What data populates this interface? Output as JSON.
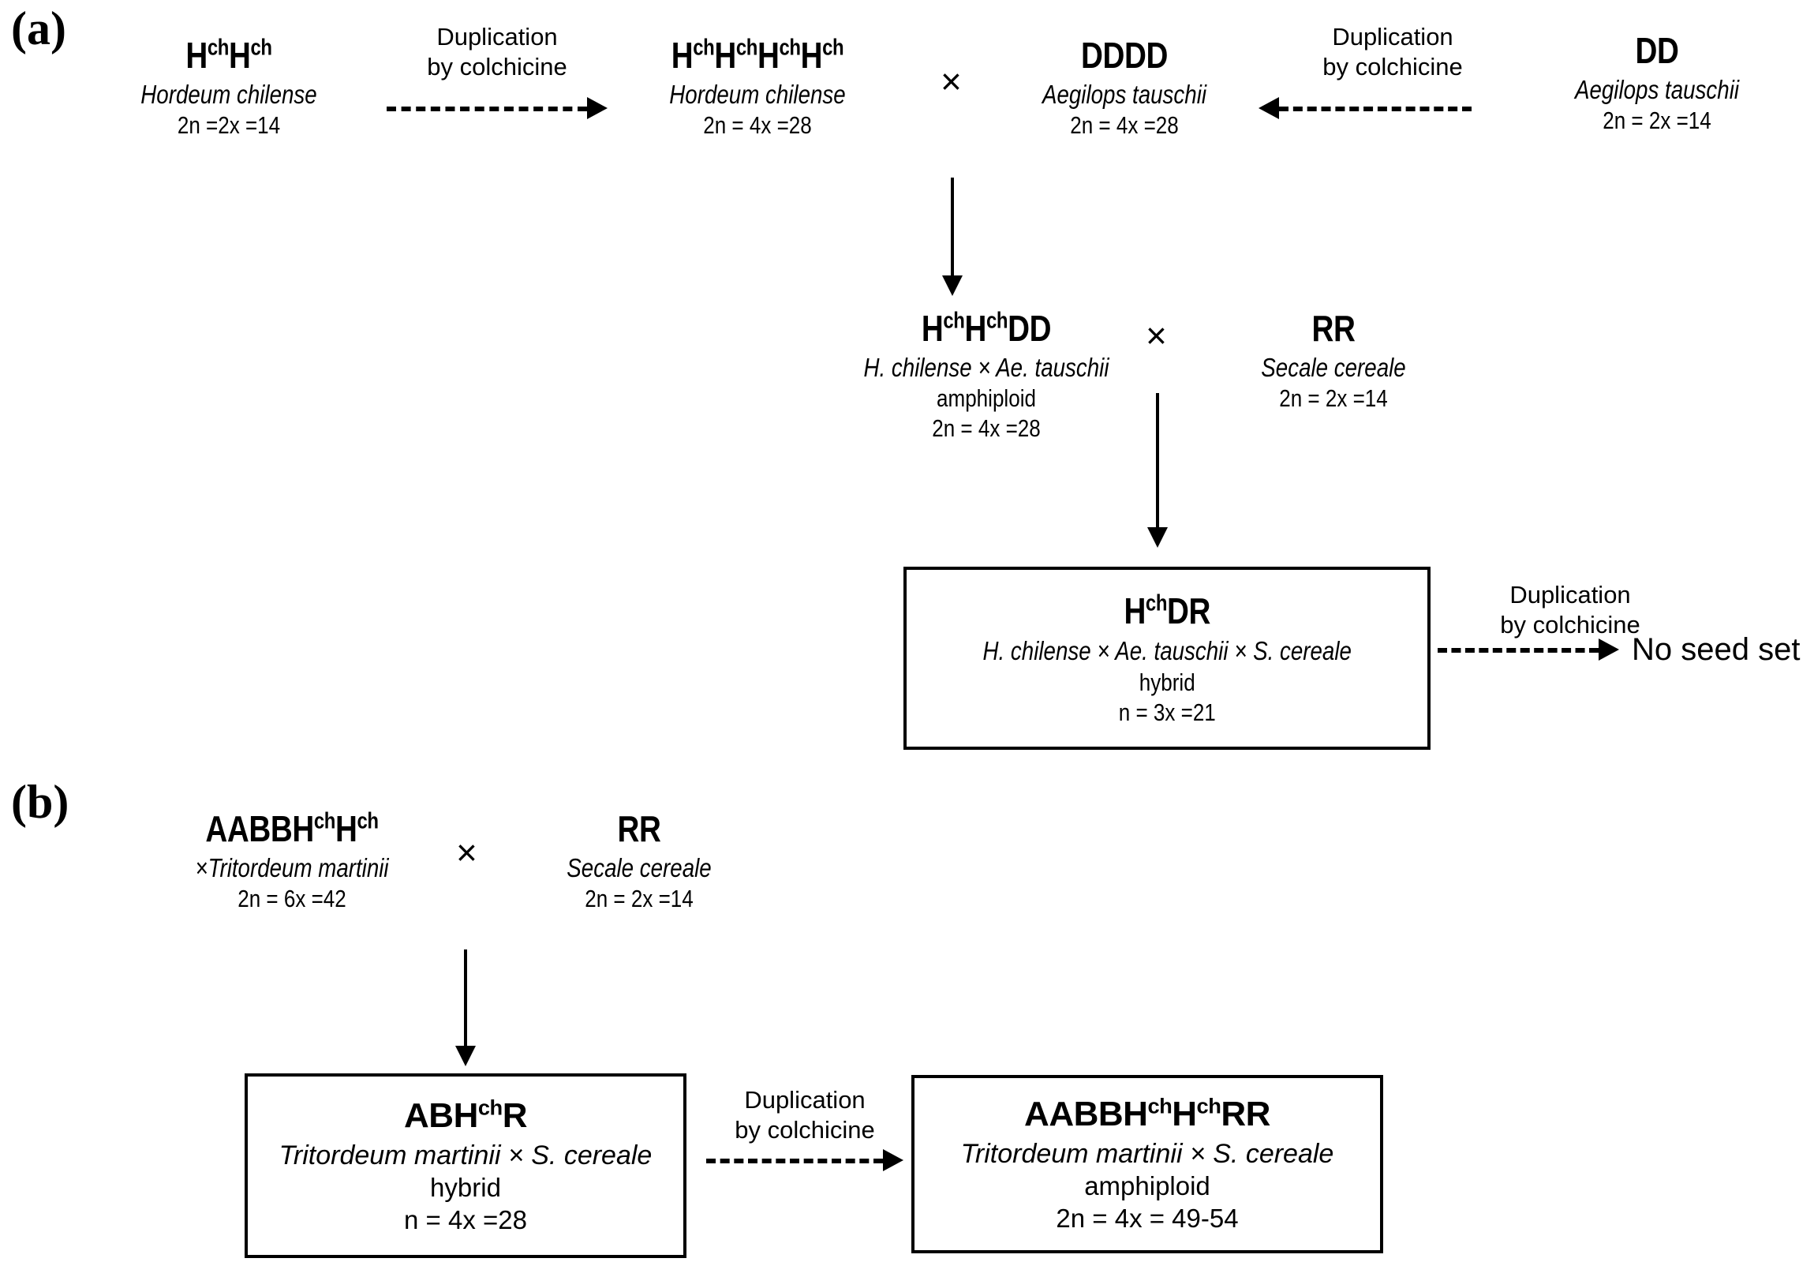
{
  "figure": {
    "panels": [
      {
        "id": "a",
        "label": "(a)"
      },
      {
        "id": "b",
        "label": "(b)"
      }
    ],
    "cross_symbol": "×",
    "colors": {
      "ink": "#000000",
      "background": "#ffffff"
    }
  },
  "panel_a": {
    "label": "(a)",
    "nodes": {
      "h_chilense_2x": {
        "genome_html": "H<sup>ch</sup>H<sup>ch</sup>",
        "genome_plain": "HchHch",
        "species": "Hordeum chilense",
        "ploidy": "2n =2x =14"
      },
      "h_chilense_4x": {
        "genome_html": "H<sup>ch</sup>H<sup>ch</sup>H<sup>ch</sup>H<sup>ch</sup>",
        "genome_plain": "HchHchHchHch",
        "species": "Hordeum chilense",
        "ploidy": "2n = 4x =28"
      },
      "ae_tauschii_4x": {
        "genome_html": "DDDD",
        "genome_plain": "DDDD",
        "species": "Aegilops tauschii",
        "ploidy": "2n = 4x =28"
      },
      "ae_tauschii_2x": {
        "genome_html": "DD",
        "genome_plain": "DD",
        "species": "Aegilops tauschii",
        "ploidy": "2n = 2x =14"
      },
      "amphiploid_hd": {
        "genome_html": "H<sup>ch</sup>H<sup>ch</sup>DD",
        "genome_plain": "HchHchDD",
        "species": "H. chilense × Ae. tauschii",
        "type": "amphiploid",
        "ploidy": "2n = 4x =28"
      },
      "secale_cereale": {
        "genome_html": "RR",
        "genome_plain": "RR",
        "species": "Secale cereale",
        "ploidy": "2n = 2x =14"
      },
      "hybrid_hdr": {
        "genome_html": "H<sup>ch</sup>DR",
        "genome_plain": "HchDR",
        "species": "H. chilense × Ae. tauschii × S. cereale",
        "type": "hybrid",
        "ploidy": "n = 3x =21"
      }
    },
    "arrows": {
      "duplication_left": {
        "line1": "Duplication",
        "line2": "by colchicine",
        "direction": "right"
      },
      "duplication_right": {
        "line1": "Duplication",
        "line2": "by colchicine",
        "direction": "left"
      },
      "duplication_terminal": {
        "line1": "Duplication",
        "line2": "by colchicine",
        "direction": "right"
      }
    },
    "terminal_note": "No seed set"
  },
  "panel_b": {
    "label": "(b)",
    "nodes": {
      "tritordeum": {
        "genome_html": "AABBH<sup>ch</sup>H<sup>ch</sup>",
        "genome_plain": "AABBHchHch",
        "species": "×Tritordeum martinii",
        "ploidy": "2n = 6x =42"
      },
      "secale_cereale": {
        "genome_html": "RR",
        "genome_plain": "RR",
        "species": "Secale cereale",
        "ploidy": "2n = 2x =14"
      },
      "hybrid_abhr": {
        "genome_html": "ABH<sup>ch</sup>R",
        "genome_plain": "ABHchR",
        "species": "Tritordeum martinii × S. cereale",
        "type": "hybrid",
        "ploidy": "n = 4x =28"
      },
      "amphiploid_aabbhhrr": {
        "genome_html": "AABBH<sup>ch</sup>H<sup>ch</sup>RR",
        "genome_plain": "AABBHchHchRR",
        "species": "Tritordeum martinii × S. cereale",
        "type": "amphiploid",
        "ploidy": "2n = 4x = 49-54"
      }
    },
    "arrows": {
      "duplication_bottom": {
        "line1": "Duplication",
        "line2": "by colchicine",
        "direction": "right"
      }
    }
  }
}
